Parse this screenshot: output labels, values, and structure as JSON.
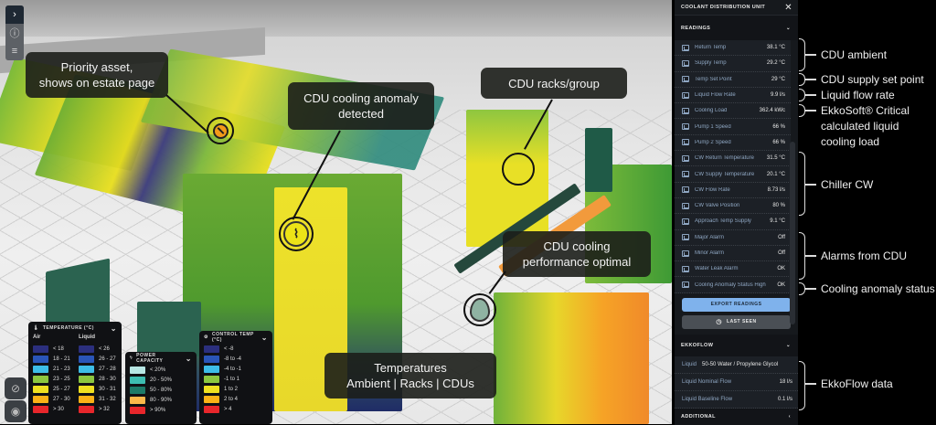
{
  "scene": {
    "annotations": {
      "priority_asset": {
        "line1": "Priority asset,",
        "line2": "shows on estate page"
      },
      "anomaly": {
        "line1": "CDU cooling anomaly",
        "line2": "detected"
      },
      "racks_group": {
        "line1": "CDU racks/group"
      },
      "optimal": {
        "line1": "CDU cooling",
        "line2": "performance optimal"
      },
      "temperatures": {
        "line1": "Temperatures",
        "line2": "Ambient | Racks | CDUs"
      }
    },
    "left_toolbar": {
      "icons": [
        "chevron-right-icon",
        "info-icon",
        "filter-icon"
      ]
    },
    "bottom_buttons": {
      "icons": [
        "layers-hidden-icon",
        "eye-icon"
      ]
    }
  },
  "legends": {
    "temperature": {
      "title": "TEMPERATURE (°C)",
      "col_air": "Air",
      "col_liquid": "Liquid",
      "colors": [
        "#2b2f7e",
        "#2a55b8",
        "#3dbde8",
        "#8dc63f",
        "#f0e020",
        "#fbb216",
        "#e8262b"
      ],
      "air": [
        "< 18",
        "18 - 21",
        "21 - 23",
        "23 - 25",
        "25 - 27",
        "27 - 30",
        "> 30"
      ],
      "liquid": [
        "< 26",
        "26 - 27",
        "27 - 28",
        "28 - 30",
        "30 - 31",
        "31 - 32",
        "> 32"
      ]
    },
    "power": {
      "title": "POWER CAPACITY",
      "colors": [
        "#b7e6e4",
        "#3dbdb1",
        "#1c7a68",
        "#fbb84a",
        "#e8262b"
      ],
      "labels": [
        "< 20%",
        "20 - 50%",
        "50 - 80%",
        "80 - 90%",
        "> 90%"
      ]
    },
    "control": {
      "title": "CONTROL TEMP (°C)",
      "colors": [
        "#2b2f7e",
        "#2a55b8",
        "#3dbde8",
        "#8dc63f",
        "#f0e020",
        "#fbb216",
        "#e8262b"
      ],
      "labels": [
        "< -8",
        "-8 to -4",
        "-4 to -1",
        "-1 to 1",
        "1 to 2",
        "2 to 4",
        "> 4"
      ]
    }
  },
  "panel": {
    "title": "COOLANT DISTRIBUTION UNIT",
    "close_icon": "close-icon",
    "readings_header": "READINGS",
    "readings": [
      {
        "label": "Return Temp",
        "value": "38.1 °C"
      },
      {
        "label": "Supply Temp",
        "value": "29.2 °C"
      },
      {
        "label": "Temp Set Point",
        "value": "29 °C"
      },
      {
        "label": "Liquid Flow Rate",
        "value": "9.9 l/s"
      },
      {
        "label": "Cooling Load",
        "value": "362.4 kWc"
      },
      {
        "label": "Pump 1 Speed",
        "value": "66 %"
      },
      {
        "label": "Pump 2 Speed",
        "value": "66 %"
      },
      {
        "label": "CW Return Temperature",
        "value": "31.5 °C"
      },
      {
        "label": "CW Supply Temperature",
        "value": "20.1 °C"
      },
      {
        "label": "CW Flow Rate",
        "value": "8.73 l/s"
      },
      {
        "label": "CW Valve Position",
        "value": "80 %"
      },
      {
        "label": "Approach Temp Supply",
        "value": "9.1 °C"
      },
      {
        "label": "Major Alarm",
        "value": "Off"
      },
      {
        "label": "Minor Alarm",
        "value": "Off"
      },
      {
        "label": "Water Leak Alarm",
        "value": "OK"
      },
      {
        "label": "Cooling Anomaly Status High",
        "value": "OK"
      }
    ],
    "export_button": "EXPORT READINGS",
    "last_seen_button": "LAST SEEN",
    "ekkoflow_header": "EKKOFLOW",
    "ekkoflow": [
      {
        "label": "Liquid",
        "value": "50-50 Water / Propylene Glycol"
      },
      {
        "label": "Liquid Nominal Flow",
        "value": "18 l/s"
      },
      {
        "label": "Liquid Baseline Flow",
        "value": "0.1 l/s"
      }
    ],
    "additional_header": "ADDITIONAL",
    "colors": {
      "accent_button": "#7fb2ec",
      "panel_bg": "#16191d",
      "label": "#8fa7c3"
    }
  },
  "right_labels": {
    "cdu_ambient": "CDU ambient",
    "set_point": "CDU supply set point",
    "flow_rate": "Liquid flow rate",
    "cooling_load_1": "EkkoSoft® Critical",
    "cooling_load_2": "calculated liquid",
    "cooling_load_3": "cooling load",
    "chiller": "Chiller CW",
    "alarms": "Alarms from CDU",
    "anomaly_status": "Cooling anomaly status",
    "ekkoflow": "EkkoFlow data"
  }
}
